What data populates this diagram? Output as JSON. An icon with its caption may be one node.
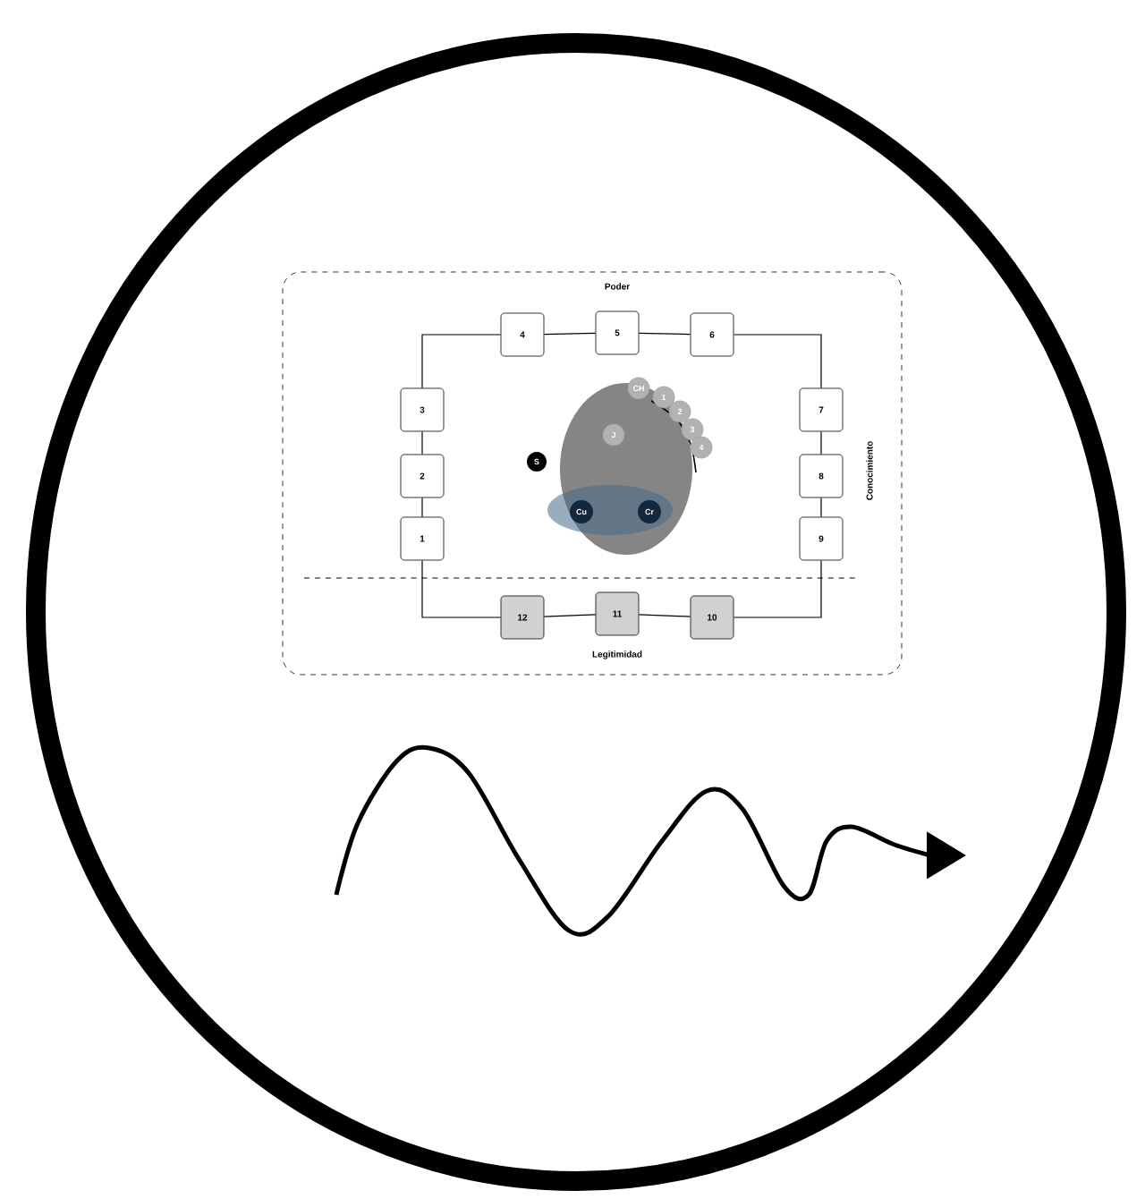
{
  "diagram": {
    "nodes": [
      {
        "text": [
          "Poder",
          "Conocimiento",
          "Legitimidad"
        ]
      },
      {
        "text": [
          "1"
        ],
        "in": 0
      },
      {
        "text": [
          "2"
        ],
        "in": 0
      },
      {
        "text": [
          "3"
        ],
        "in": 0
      },
      {
        "text": [
          "4"
        ],
        "in": 0
      },
      {
        "text": [
          "5"
        ],
        "in": 0
      },
      {
        "text": [
          "6"
        ],
        "in": 0
      },
      {
        "text": [
          "7"
        ],
        "in": 0
      },
      {
        "text": [
          "8"
        ],
        "in": 0
      },
      {
        "text": [
          "9"
        ],
        "in": 0
      },
      {
        "text": [
          "10"
        ],
        "in": 0
      },
      {
        "text": [
          "11"
        ],
        "in": 0
      },
      {
        "text": [
          "12"
        ],
        "in": 0
      },
      {
        "text": [],
        "shape": "circle",
        "in": 0
      },
      {
        "text": [
          "CH"
        ],
        "in": 0
      },
      {
        "text": [
          "1"
        ],
        "in": 0
      },
      {
        "text": [
          "2"
        ],
        "in": 0
      },
      {
        "text": [
          "3"
        ],
        "in": 0
      },
      {
        "text": [
          "4"
        ],
        "in": 0
      },
      {
        "text": [
          "J"
        ],
        "in": 13
      },
      {
        "text": [
          "S"
        ],
        "in": 0
      },
      {
        "text": [],
        "shape": "ellipse",
        "in": 0
      },
      {
        "text": [
          "Cu"
        ],
        "in": 21
      },
      {
        "text": [
          "Cr"
        ],
        "in": 21
      }
    ],
    "edges": [
      {
        "from": 1,
        "to": 2,
        "arrow": "none"
      },
      {
        "from": 2,
        "to": 3,
        "arrow": "none"
      },
      {
        "from": 3,
        "to": 4,
        "arrow": "none"
      },
      {
        "from": 4,
        "to": 5,
        "arrow": "none"
      },
      {
        "from": 5,
        "to": 6,
        "arrow": "none"
      },
      {
        "from": 6,
        "to": 7,
        "arrow": "none"
      },
      {
        "from": 7,
        "to": 8,
        "arrow": "none"
      },
      {
        "from": 8,
        "to": 9,
        "arrow": "none"
      },
      {
        "from": 9,
        "to": 10,
        "arrow": "none"
      },
      {
        "from": 10,
        "to": 11,
        "arrow": "none"
      },
      {
        "from": 11,
        "to": 12,
        "arrow": "none"
      },
      {
        "from": 12,
        "to": 1,
        "arrow": "none"
      }
    ]
  }
}
